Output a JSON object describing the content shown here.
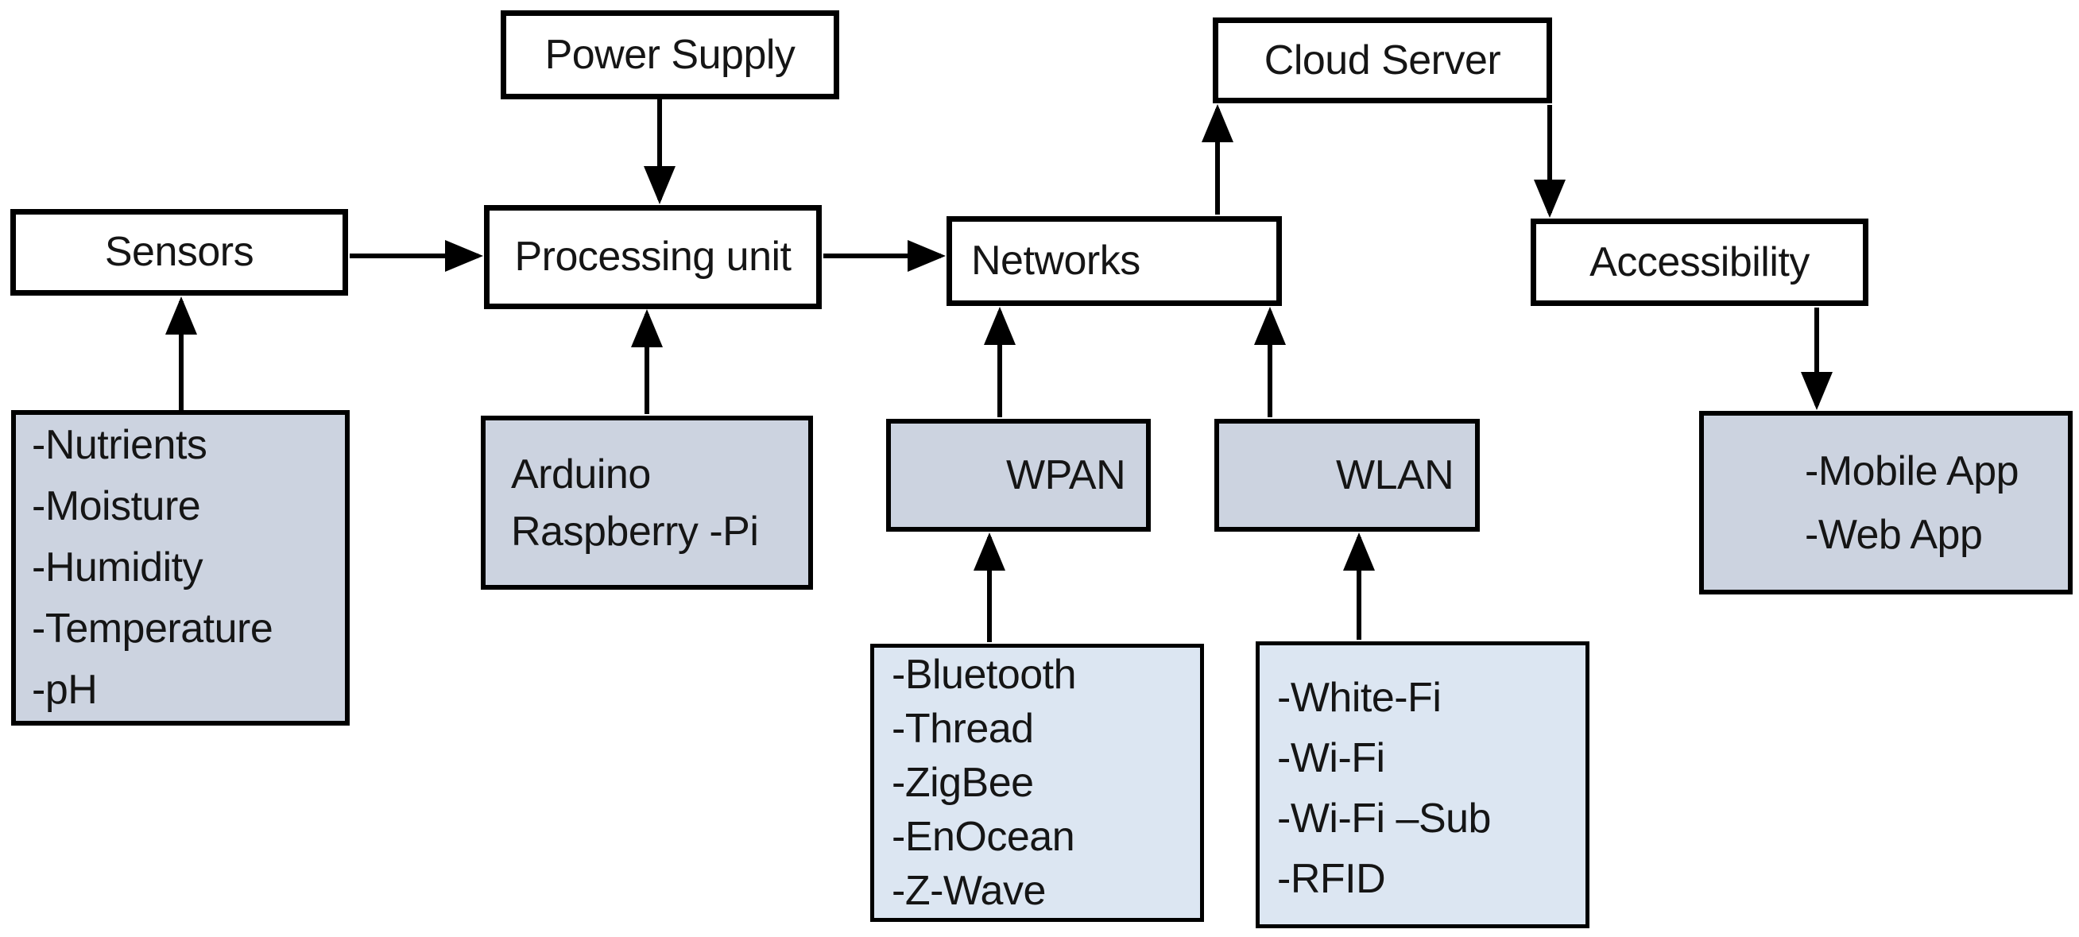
{
  "title": "IoT system architecture block diagram",
  "colors": {
    "background": "#ffffff",
    "box_border": "#000000",
    "line": "#000000",
    "white_fill": "#ffffff",
    "gray_fill": "#ccd3e0",
    "blue_fill": "#dce6f2",
    "text": "#151515"
  },
  "nodes": {
    "power_supply": {
      "label": "Power Supply"
    },
    "sensors": {
      "label": "Sensors"
    },
    "processing_unit": {
      "label": "Processing unit"
    },
    "networks": {
      "label": "Networks"
    },
    "cloud_server": {
      "label": "Cloud Server"
    },
    "accessibility": {
      "label": "Accessibility"
    },
    "wpan": {
      "label": "WPAN"
    },
    "wlan": {
      "label": "WLAN"
    },
    "sensor_list": {
      "lines": [
        "-Nutrients",
        "-Moisture",
        "-Humidity",
        "-Temperature",
        "-pH"
      ]
    },
    "controllers": {
      "lines": [
        "Arduino",
        "Raspberry -Pi"
      ]
    },
    "wpan_protocols": {
      "lines": [
        "-Bluetooth",
        "-Thread",
        "-ZigBee",
        "-EnOcean",
        "-Z-Wave"
      ]
    },
    "wlan_protocols": {
      "lines": [
        "-White-Fi",
        "-Wi-Fi",
        "-Wi-Fi –Sub",
        "-RFID"
      ]
    },
    "apps": {
      "lines": [
        "-Mobile App",
        "-Web App"
      ]
    }
  },
  "connections": [
    "power_supply -> processing_unit",
    "sensors -> processing_unit",
    "processing_unit -> networks",
    "sensor_list -> sensors",
    "controllers -> processing_unit",
    "wpan -> networks",
    "wlan -> networks",
    "wpan_protocols -> wpan",
    "wlan_protocols -> wlan",
    "networks -> cloud_server",
    "cloud_server -> accessibility",
    "accessibility -> apps"
  ]
}
